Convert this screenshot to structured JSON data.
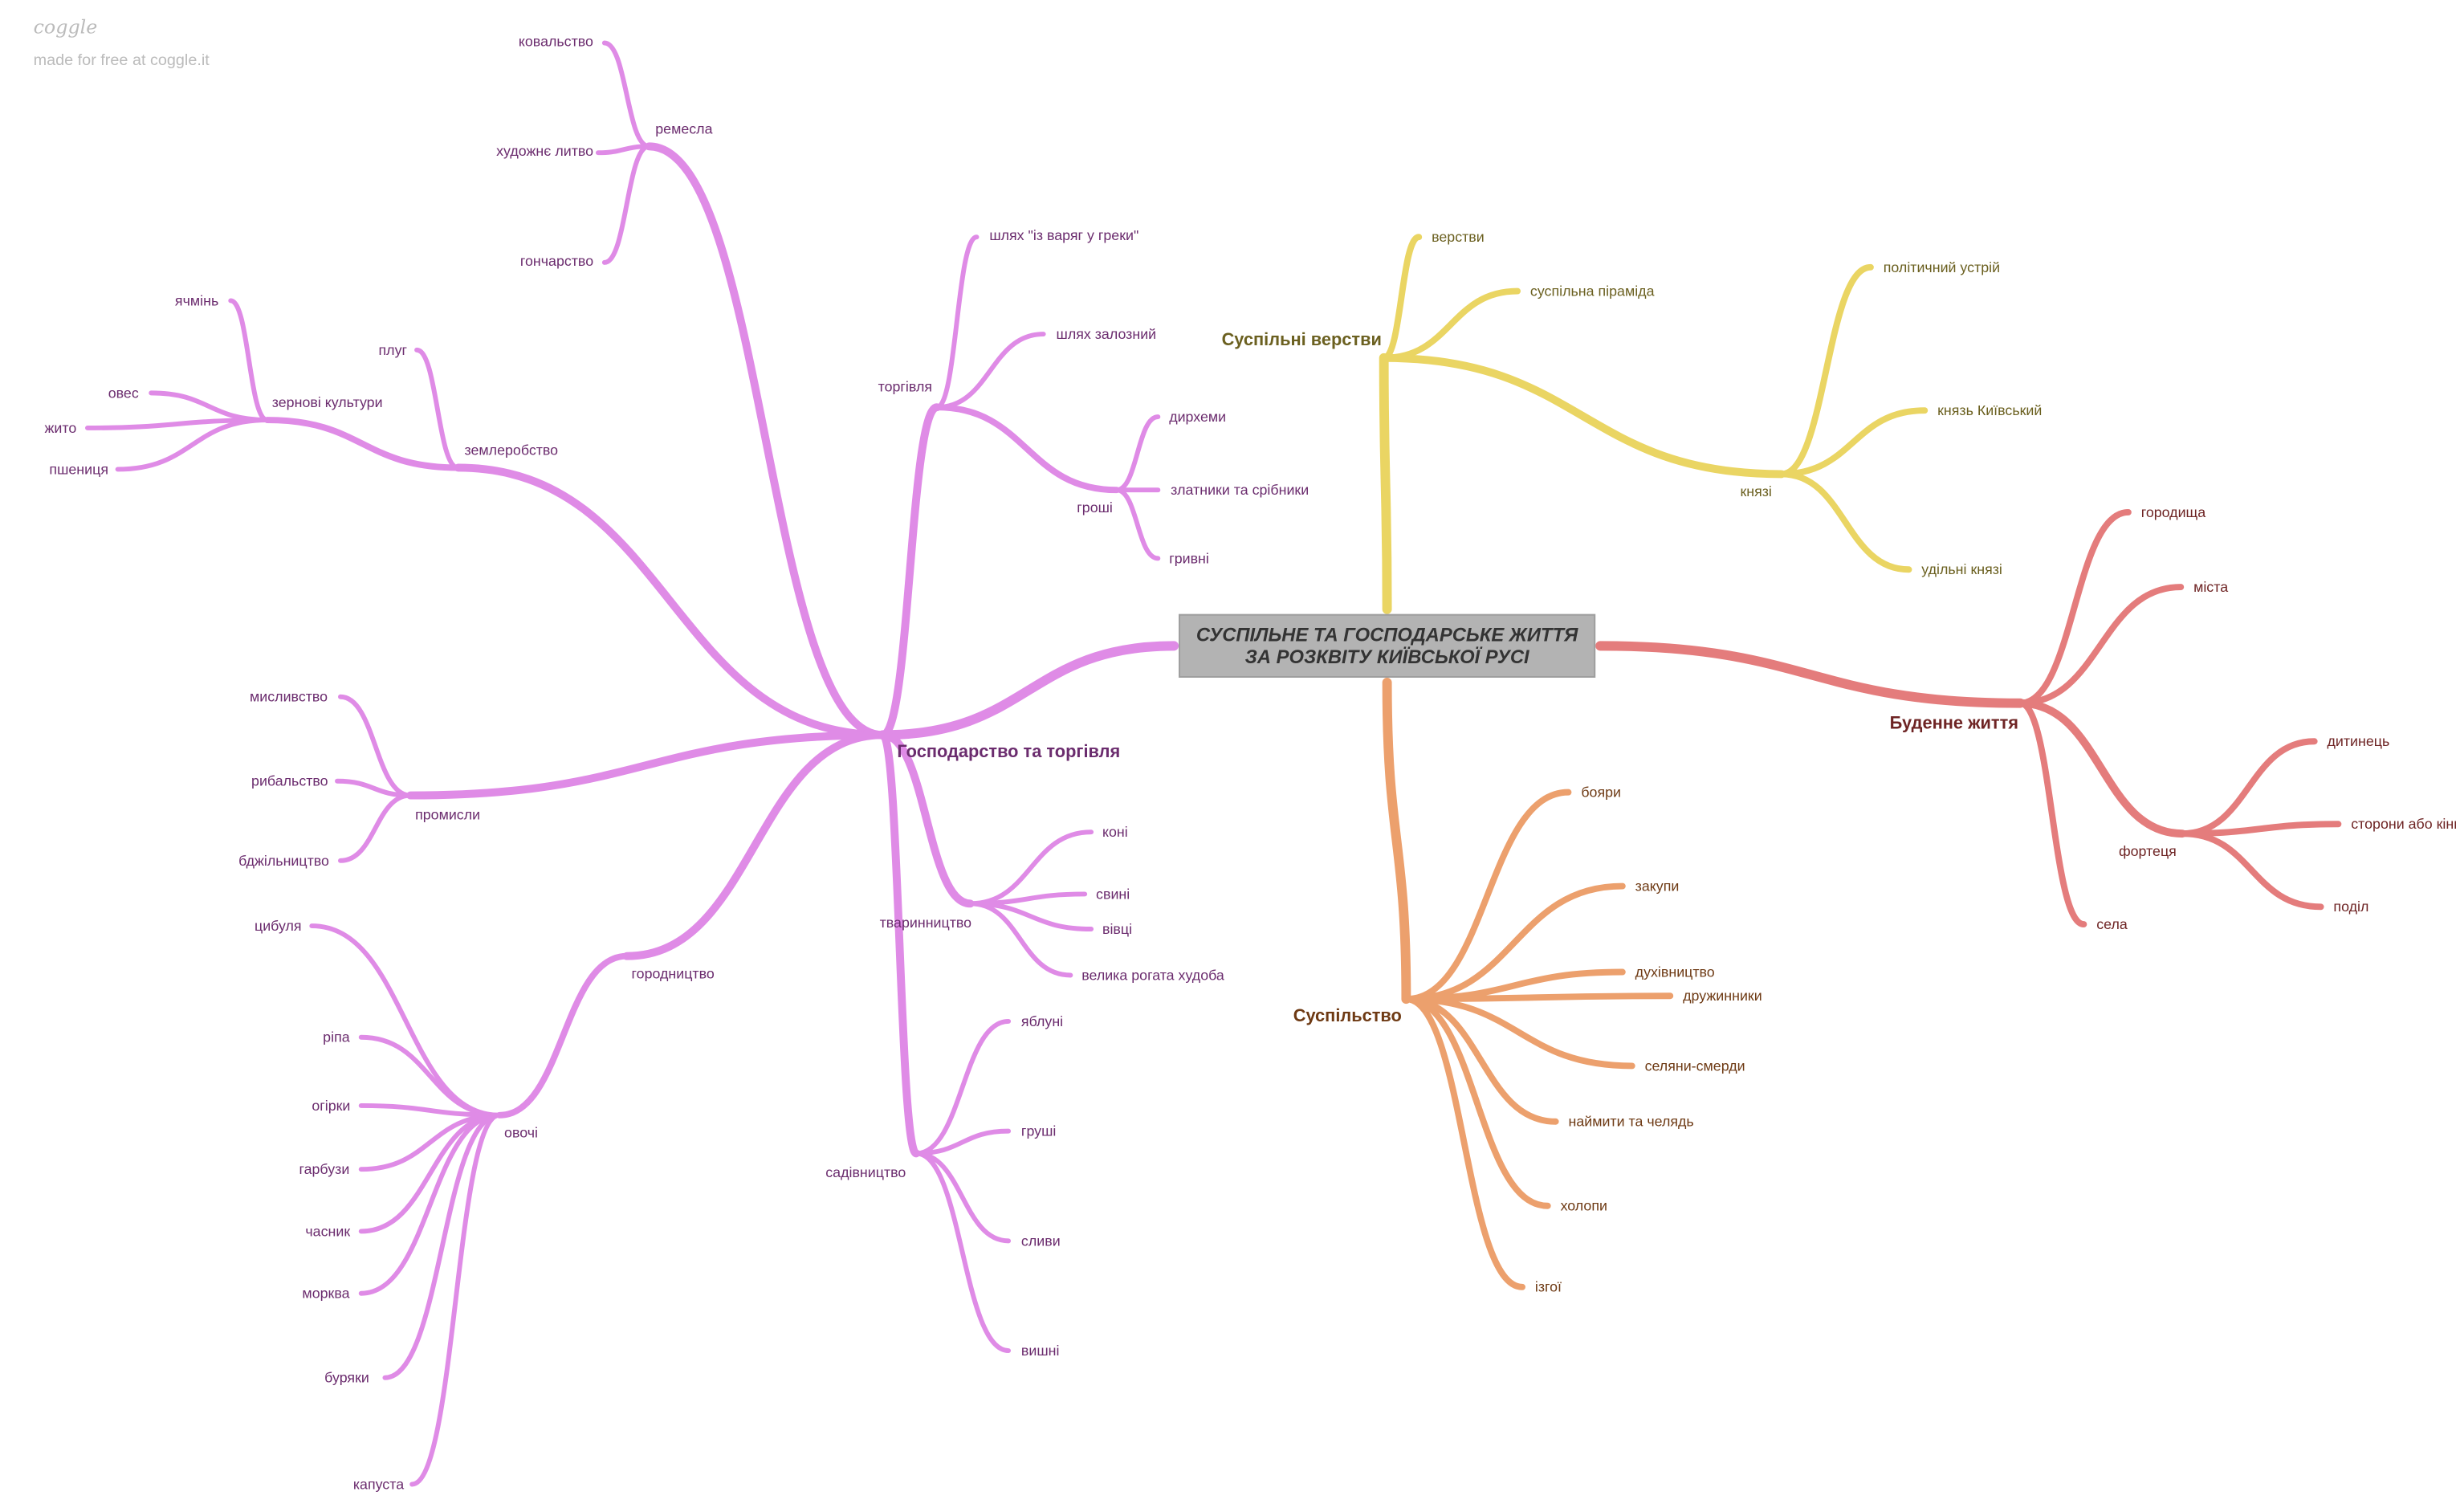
{
  "watermark": {
    "logo": "coggle",
    "text": "made for free at coggle.it"
  },
  "center": {
    "line1": "СУСПІЛЬНЕ ТА ГОСПОДАРСЬКЕ ЖИТТЯ",
    "line2": "ЗА РОЗКВІТУ КИЇВСЬКОЇ РУСІ"
  },
  "colors": {
    "economy": "#df8be6",
    "social_layers": "#ead563",
    "society": "#eca06d",
    "daily": "#e47c7c",
    "center_box": "#b3b3b3"
  },
  "economy": {
    "title": "Господарство та торгівля",
    "crafts": {
      "title": "ремесла",
      "items": [
        "ковальство",
        "художнє литво",
        "гончарство"
      ]
    },
    "agriculture": {
      "title": "землеробство",
      "plough": "плуг",
      "grains": {
        "title": "зернові культури",
        "items": [
          "ячмінь",
          "овес",
          "жито",
          "пшениця"
        ]
      }
    },
    "trades": {
      "title": "промисли",
      "items": [
        "мисливство",
        "рибальство",
        "бджільництво"
      ]
    },
    "gardening": {
      "title": "городництво",
      "vegetables": {
        "title": "овочі",
        "items": [
          "цибуля",
          "ріпа",
          "огірки",
          "гарбузи",
          "часник",
          "морква",
          "буряки",
          "капуста"
        ]
      }
    },
    "trade": {
      "title": "торгівля",
      "routes": [
        "шлях \"із варяг у греки\"",
        "шлях залозний"
      ],
      "money": {
        "title": "гроші",
        "items": [
          "дирхеми",
          "златники та срібники",
          "гривні"
        ]
      }
    },
    "livestock": {
      "title": "тваринництво",
      "items": [
        "коні",
        "свині",
        "вівці",
        "велика рогата худоба"
      ]
    },
    "orchards": {
      "title": "садівництво",
      "items": [
        "яблуні",
        "груші",
        "сливи",
        "вишні"
      ]
    }
  },
  "social_layers": {
    "title": "Суспільні верстви",
    "items": [
      "верстви",
      "суспільна піраміда"
    ],
    "princes": {
      "title": "князі",
      "items": [
        "політичний устрій",
        "князь Київський",
        "удільні князі"
      ]
    }
  },
  "society": {
    "title": "Суспільство",
    "items": [
      "бояри",
      "закупи",
      "духівництво",
      "дружинники",
      "селяни-смерди",
      "наймити та челядь",
      "холопи",
      "ізгої"
    ]
  },
  "daily": {
    "title": "Буденне життя",
    "items": [
      "городища",
      "міста",
      "села"
    ],
    "fortress": {
      "title": "фортеця",
      "items": [
        "дитинець",
        "сторони або кінці",
        "поділ"
      ]
    }
  }
}
